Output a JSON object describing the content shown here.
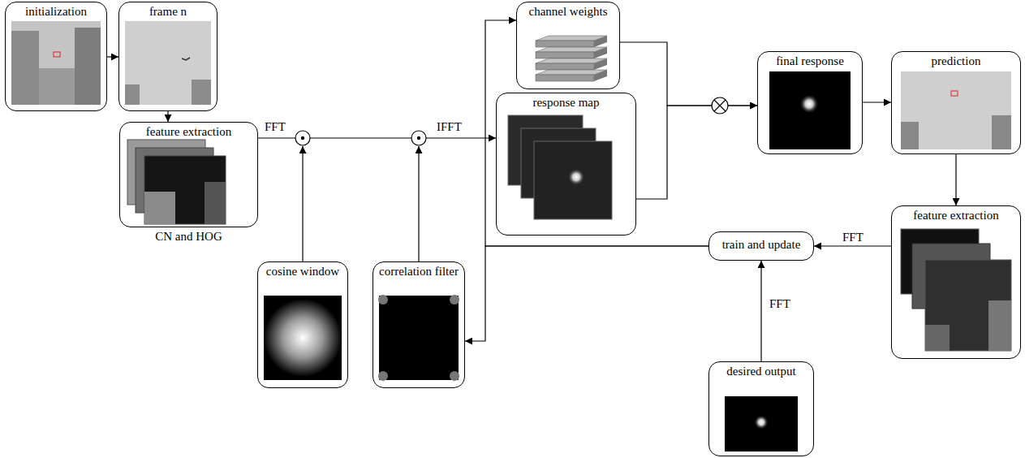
{
  "diagram": {
    "nodes": [
      {
        "text": [
          "initialization"
        ]
      },
      {
        "text": [
          "frame n"
        ]
      },
      {
        "text": [
          "feature extraction",
          "CN and HOG"
        ]
      },
      {
        "text": [
          "cosine window"
        ]
      },
      {
        "text": [
          "correlation filter"
        ]
      },
      {
        "text": [
          "channel weights"
        ]
      },
      {
        "text": [
          "response map"
        ]
      },
      {
        "text": [
          "final response"
        ]
      },
      {
        "text": [
          "prediction"
        ]
      },
      {
        "text": [
          "feature extraction"
        ]
      },
      {
        "text": [
          "train and update"
        ]
      },
      {
        "text": [
          "desired output"
        ]
      }
    ],
    "edges": [
      {
        "from": 0,
        "to": 1,
        "arrow": "to"
      },
      {
        "from": 1,
        "to": 2,
        "arrow": "to"
      },
      {
        "from": 2,
        "to": 6,
        "arrow": "to"
      },
      {
        "from": 5,
        "to": 7,
        "arrow": "to"
      },
      {
        "from": 6,
        "to": 7,
        "arrow": "to"
      },
      {
        "from": 7,
        "to": 8,
        "arrow": "to"
      },
      {
        "from": 8,
        "to": 9,
        "arrow": "to"
      },
      {
        "from": 9,
        "to": 10,
        "label": "FFT",
        "arrow": "to"
      },
      {
        "from": 11,
        "to": 10,
        "label": "FFT",
        "arrow": "to"
      },
      {
        "from": 10,
        "to": 5,
        "arrow": "to"
      },
      {
        "from": 10,
        "to": 4,
        "arrow": "to"
      }
    ],
    "labels": [
      "FFT",
      "IFFT"
    ]
  }
}
